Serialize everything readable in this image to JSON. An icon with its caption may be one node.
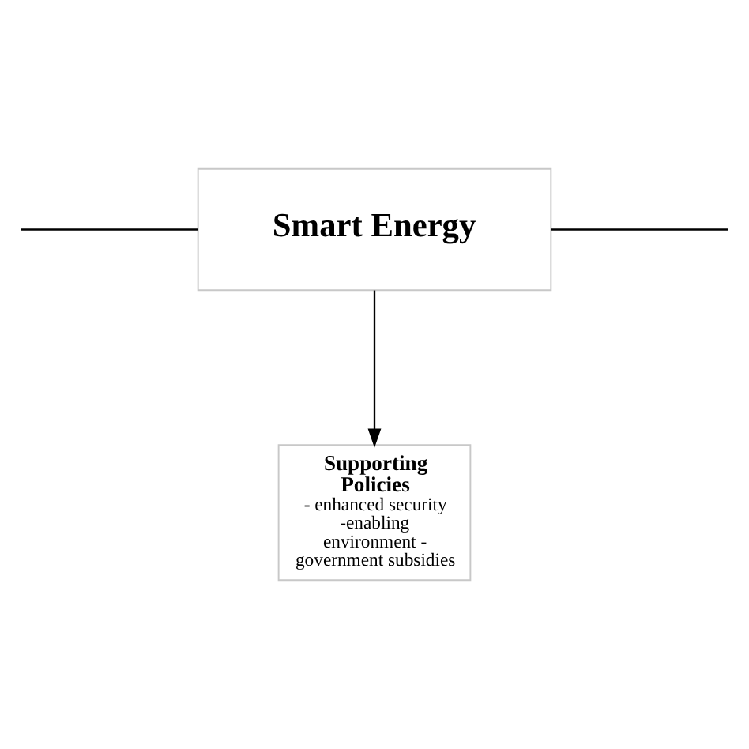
{
  "diagram": {
    "nodes": [
      {
        "text": [
          "Smart Energy"
        ]
      },
      {
        "text": [
          "Supporting Policies",
          "- enhanced security -enabling environment - government subsidies"
        ]
      }
    ],
    "edges": [
      {
        "from": 0,
        "to": 1,
        "arrow": "to"
      },
      {
        "from": null,
        "to": 0,
        "arrow": "none"
      },
      {
        "from": 0,
        "to": null,
        "arrow": "none"
      }
    ]
  }
}
